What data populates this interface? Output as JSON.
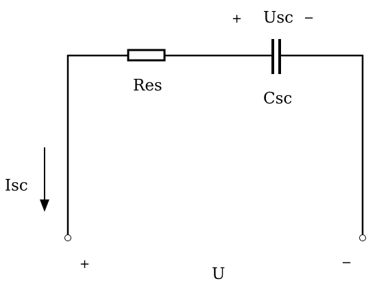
{
  "labels": {
    "resistor": "Res",
    "capacitor": "Csc",
    "capacitor_voltage": "Usc",
    "capacitor_plus": "+",
    "capacitor_minus": "−",
    "current": "Isc",
    "terminal_plus": "+",
    "terminal_minus": "−",
    "voltage": "U"
  },
  "colors": {
    "wire": "#000000",
    "background": "#ffffff",
    "terminal_fill": "#ffffff"
  }
}
